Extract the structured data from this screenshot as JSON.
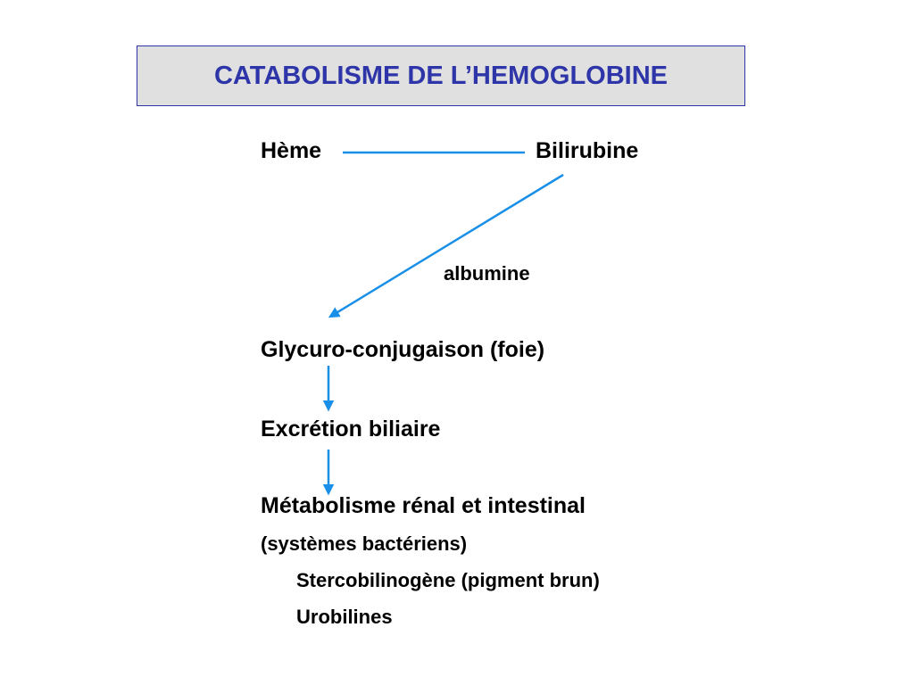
{
  "title": "CATABOLISME DE L’HEMOGLOBINE",
  "nodes": {
    "heme": "Hème",
    "bilirubine": "Bilirubine",
    "albumine": "albumine",
    "glycuro": "Glycuro-conjugaison (foie)",
    "excretion": "Excrétion biliaire",
    "metabolisme": "Métabolisme rénal et intestinal",
    "systemes": "(systèmes bactériens)",
    "stercobilinogene": "Stercobilinogène (pigment brun)",
    "urobilines": "Urobilines"
  },
  "colors": {
    "title_text": "#2e35a8",
    "title_background": "#e0e0e0",
    "arrow": "#1a8fe8"
  }
}
